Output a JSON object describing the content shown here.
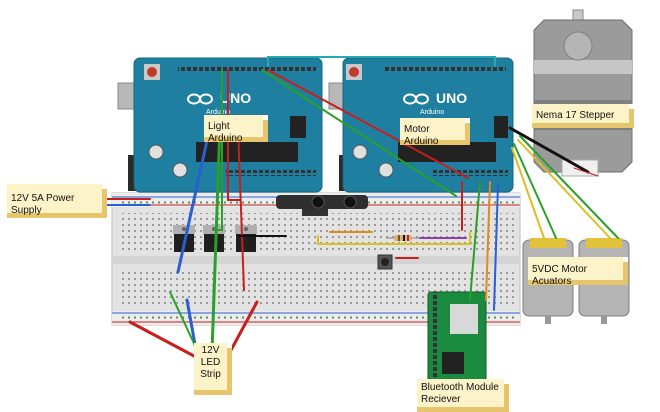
{
  "labels": {
    "light_arduino": "Light Arduino",
    "motor_arduino": "Motor Arduino",
    "nema_stepper": "Nema 17 Stepper",
    "power_supply": "12V 5A Power Supply",
    "dc_actuators": "5VDC Motor Acuators",
    "led_strip_line1": "12V",
    "led_strip_line2": "LED",
    "led_strip_line3": "Strip",
    "bluetooth_line1": "Bluetooth Module",
    "bluetooth_line2": "Reciever"
  },
  "board_marks": {
    "uno": "UNO",
    "brand": "Arduino"
  },
  "colors": {
    "arduino_blue": "#1f7fa0",
    "breadboard": "#e6e6e6",
    "wire_red": "#c81e1e",
    "wire_green": "#2aa02a",
    "wire_blue": "#2a5fd0",
    "wire_yellow": "#d8c020",
    "wire_black": "#111111",
    "wire_orange": "#e08a1a",
    "wire_cyan": "#2aa8b0",
    "wire_purple": "#8a3fb0",
    "note_fill": "#fdf3c9"
  },
  "icons": [
    "arduino-uno-board",
    "breadboard",
    "mosfet",
    "ir-distance-sensor",
    "push-button",
    "resistor",
    "stepper-motor",
    "dc-motor",
    "bluetooth-module"
  ]
}
